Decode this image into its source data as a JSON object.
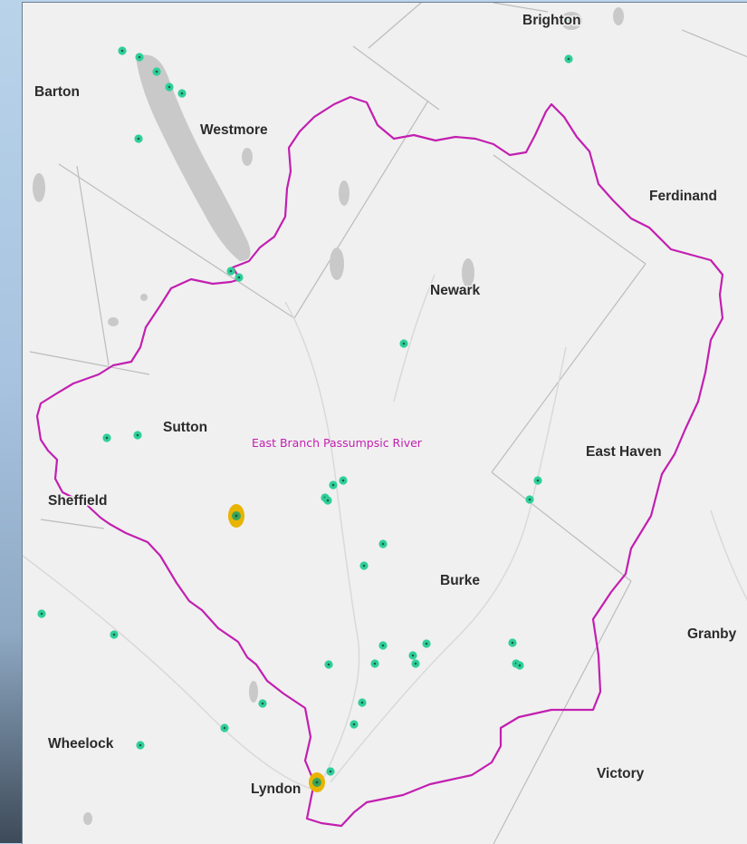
{
  "colors": {
    "background_land": "#f0f0f0",
    "water": "#c9c9c9",
    "boundary_line": "#c21fb0",
    "town_line": "#b8b8b8",
    "station_dot": "#2fcf9a",
    "station_center": "#1a5c48",
    "highlight_halo": "#e8b400",
    "highlight_dot": "#3aa65a",
    "town_label": "#2b2b2b",
    "river_label": "#c21fb0"
  },
  "map": {
    "watershed_label": "East Branch Passumpsic River",
    "towns": [
      "Brighton",
      "Barton",
      "Westmore",
      "Ferdinand",
      "Newark",
      "Sutton",
      "East Haven",
      "Sheffield",
      "Burke",
      "Granby",
      "Wheelock",
      "Victory",
      "Lyndon"
    ],
    "icons": {
      "station": "monitoring-station-icon",
      "highlight": "highlighted-station-icon"
    }
  }
}
